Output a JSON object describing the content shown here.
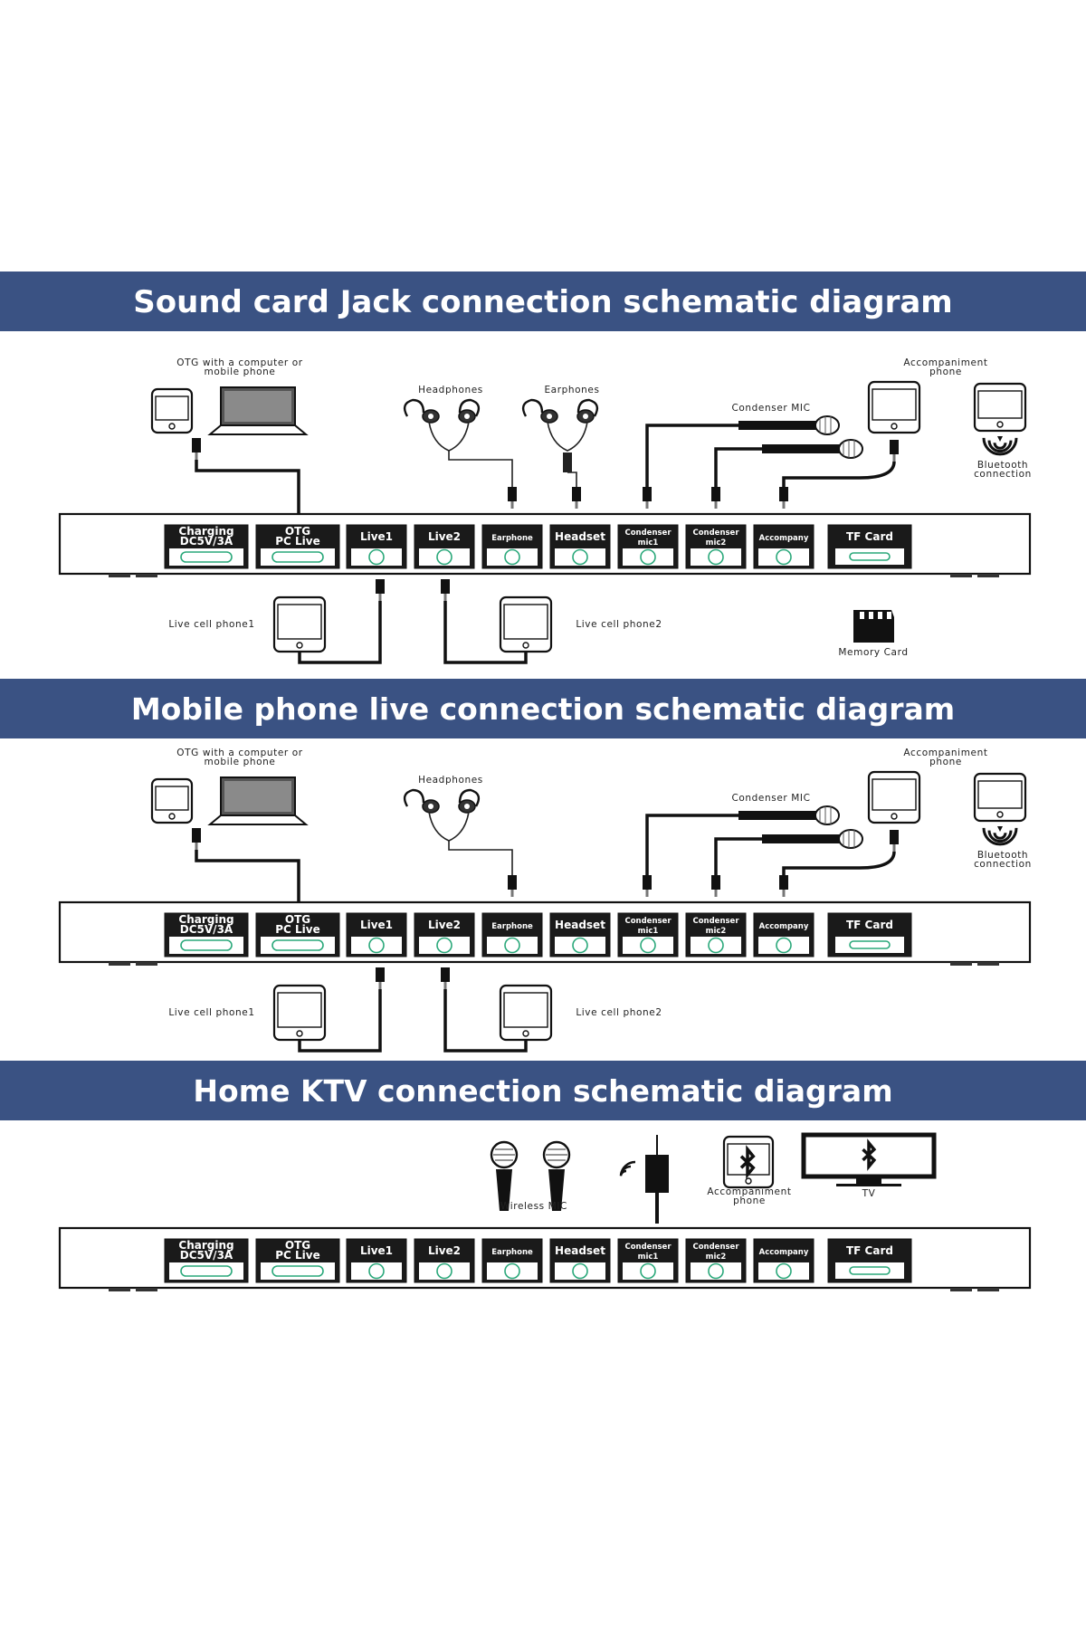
{
  "colors": {
    "banner": "#3a5283",
    "ink": "#111111",
    "port_ring": "#2aa87a",
    "paper": "#ffffff"
  },
  "sections": [
    {
      "title": "Sound card Jack connection schematic diagram",
      "labels": {
        "otg": [
          "OTG with a computer or",
          "mobile phone"
        ],
        "headphones": "Headphones",
        "earphones": "Earphones",
        "condenser_mic": "Condenser MIC",
        "accompaniment": [
          "Accompaniment",
          "phone"
        ],
        "bluetooth": [
          "Bluetooth",
          "connection"
        ],
        "live_phone1": "Live cell phone1",
        "live_phone2": "Live cell phone2",
        "memory_card": "Memory Card"
      }
    },
    {
      "title": "Mobile phone live connection schematic diagram",
      "labels": {
        "otg": [
          "OTG with a computer or",
          "mobile phone"
        ],
        "headphones": "Headphones",
        "condenser_mic": "Condenser MIC",
        "accompaniment": [
          "Accompaniment",
          "phone"
        ],
        "bluetooth": [
          "Bluetooth",
          "connection"
        ],
        "live_phone1": "Live cell phone1",
        "live_phone2": "Live cell phone2"
      }
    },
    {
      "title": "Home KTV connection schematic diagram",
      "labels": {
        "wireless_mic": "Wireless MIC",
        "accompaniment": [
          "Accompaniment",
          "phone"
        ],
        "tv": "TV"
      }
    }
  ],
  "ports": [
    {
      "name": "charging",
      "label": [
        "Charging",
        "DC5V/3A"
      ]
    },
    {
      "name": "otg",
      "label": [
        "OTG",
        "PC Live"
      ]
    },
    {
      "name": "live1",
      "label": [
        "Live1"
      ]
    },
    {
      "name": "live2",
      "label": [
        "Live2"
      ]
    },
    {
      "name": "earphone",
      "label": [
        "Earphone"
      ]
    },
    {
      "name": "headset",
      "label": [
        "Headset"
      ]
    },
    {
      "name": "condenser-mic1",
      "label": [
        "Condenser",
        "mic1"
      ]
    },
    {
      "name": "condenser-mic2",
      "label": [
        "Condenser",
        "mic2"
      ]
    },
    {
      "name": "accompany",
      "label": [
        "Accompany"
      ]
    },
    {
      "name": "tf-card",
      "label": [
        "TF Card"
      ]
    }
  ]
}
